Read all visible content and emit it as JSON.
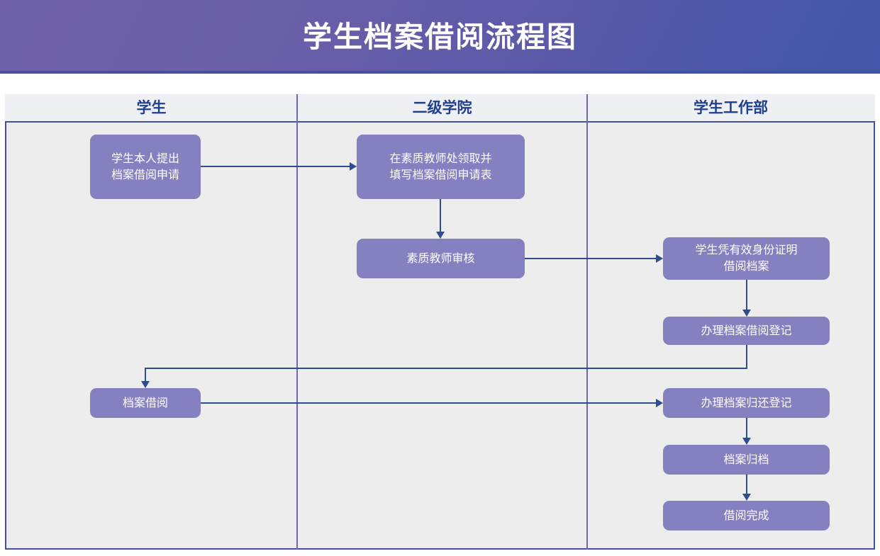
{
  "header": {
    "title": "学生档案借阅流程图",
    "gradient_from": "#6f62ab",
    "gradient_to": "#4157a9"
  },
  "diagram": {
    "type": "swimlane-flowchart",
    "lane_border_color": "#3f51a0",
    "lane_background": "#ededed",
    "node_fill": "#8580c0",
    "connector_color": "#2e4d8e",
    "lanes": [
      {
        "label": "学生"
      },
      {
        "label": "二级学院"
      },
      {
        "label": "学生工作部"
      }
    ],
    "nodes": [
      {
        "id": "n1",
        "lane": 0,
        "label": "学生本人提出\n档案借阅申请",
        "line1": "学生本人提出",
        "line2": "档案借阅申请"
      },
      {
        "id": "n2",
        "lane": 1,
        "label": "在素质教师处领取并\n填写档案借阅申请表",
        "line1": "在素质教师处领取并",
        "line2": "填写档案借阅申请表"
      },
      {
        "id": "n3",
        "lane": 1,
        "label": "素质教师审核",
        "line1": "素质教师审核",
        "line2": ""
      },
      {
        "id": "n4",
        "lane": 2,
        "label": "学生凭有效身份证明\n借阅档案",
        "line1": "学生凭有效身份证明",
        "line2": "借阅档案"
      },
      {
        "id": "n5",
        "lane": 2,
        "label": "办理档案借阅登记",
        "line1": "办理档案借阅登记",
        "line2": ""
      },
      {
        "id": "n6",
        "lane": 0,
        "label": "档案借阅",
        "line1": "档案借阅",
        "line2": ""
      },
      {
        "id": "n7",
        "lane": 2,
        "label": "办理档案归还登记",
        "line1": "办理档案归还登记",
        "line2": ""
      },
      {
        "id": "n8",
        "lane": 2,
        "label": "档案归档",
        "line1": "档案归档",
        "line2": ""
      },
      {
        "id": "n9",
        "lane": 2,
        "label": "借阅完成",
        "line1": "借阅完成",
        "line2": ""
      }
    ],
    "edges": [
      {
        "from": "n1",
        "to": "n2",
        "direction": "right"
      },
      {
        "from": "n2",
        "to": "n3",
        "direction": "down"
      },
      {
        "from": "n3",
        "to": "n4",
        "direction": "right"
      },
      {
        "from": "n4",
        "to": "n5",
        "direction": "down"
      },
      {
        "from": "n5",
        "to": "n6",
        "direction": "down-left-down"
      },
      {
        "from": "n6",
        "to": "n7",
        "direction": "right"
      },
      {
        "from": "n7",
        "to": "n8",
        "direction": "down"
      },
      {
        "from": "n8",
        "to": "n9",
        "direction": "down"
      }
    ]
  }
}
